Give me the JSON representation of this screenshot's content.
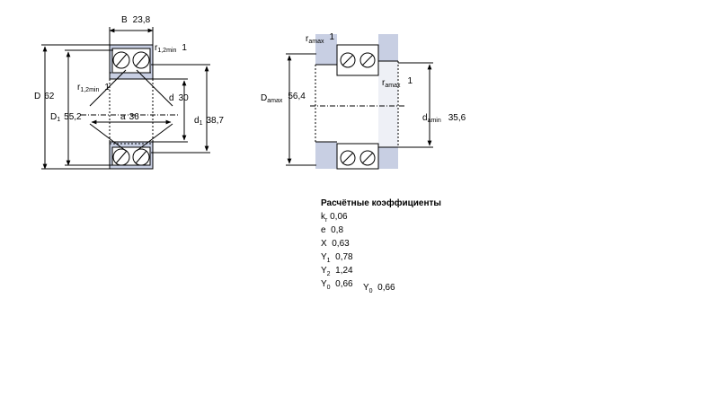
{
  "left_drawing": {
    "B": {
      "sym": "B",
      "val": "23,8"
    },
    "r_top": {
      "sym": "r",
      "sub": "1,2min",
      "num": "1"
    },
    "r_left": {
      "sym": "r",
      "sub": "1,2min",
      "num": "1"
    },
    "D": {
      "sym": "D",
      "val": "62"
    },
    "D1": {
      "sym": "D",
      "sub": "1",
      "val": "55,2"
    },
    "a": {
      "sym": "a",
      "val": "36"
    },
    "d": {
      "sym": "d",
      "val": "30"
    },
    "d1": {
      "sym": "d",
      "sub": "1",
      "val": "38,7"
    }
  },
  "right_drawing": {
    "ra_top": {
      "sym": "r",
      "sub": "amax",
      "num": "1"
    },
    "ra_right": {
      "sym": "r",
      "sub": "amax",
      "num": "1"
    },
    "Da": {
      "sym": "D",
      "sub": "amax",
      "val": "56,4"
    },
    "da": {
      "sym": "d",
      "sub": "amin",
      "val": "35,6"
    }
  },
  "coefficients": {
    "title": "Расчётные коэффициенты",
    "rows": [
      {
        "sym": "k",
        "sub": "r",
        "val": "0,06"
      },
      {
        "sym": "e",
        "sub": "",
        "val": "0,8"
      },
      {
        "sym": "X",
        "sub": "",
        "val": "0,63"
      },
      {
        "sym": "Y",
        "sub": "1",
        "val": "0,78"
      },
      {
        "sym": "Y",
        "sub": "2",
        "val": "1,24"
      },
      {
        "sym": "Y",
        "sub": "0",
        "val": "0,66"
      }
    ],
    "extra": {
      "sym": "Y",
      "sub": "0",
      "val": "0,66"
    }
  },
  "colors": {
    "housing": "#c8cfe3",
    "line": "#000000"
  }
}
